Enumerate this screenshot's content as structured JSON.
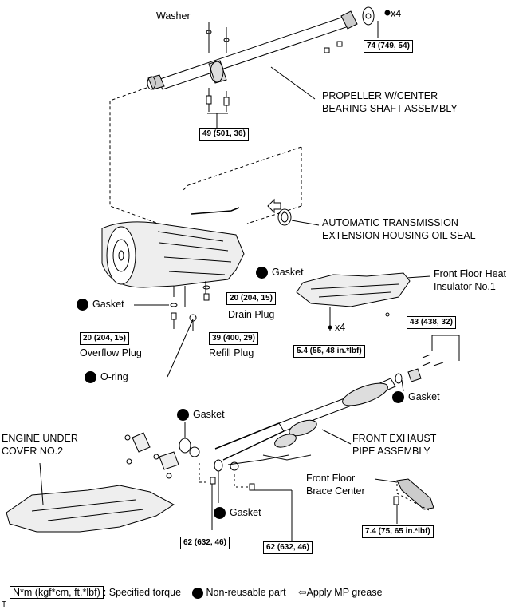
{
  "labels": {
    "washer": "Washer",
    "x4_top": "x4",
    "propeller_1": "PROPELLER W/CENTER",
    "propeller_2": "BEARING SHAFT ASSEMBLY",
    "oil_seal_1": "AUTOMATIC TRANSMISSION",
    "oil_seal_2": "EXTENSION HOUSING OIL SEAL",
    "gasket_drain": "Gasket",
    "heat_insulator_1": "Front Floor Heat",
    "heat_insulator_2": "Insulator No.1",
    "gasket_overflow": "Gasket",
    "drain_plug": "Drain Plug",
    "x4_insulator": "x4",
    "overflow_plug": "Overflow Plug",
    "refill_plug": "Refill Plug",
    "o_ring": "O-ring",
    "gasket_rear": "Gasket",
    "gasket_front_left": "Gasket",
    "engine_cover_1": "ENGINE UNDER",
    "engine_cover_2": "COVER NO.2",
    "exhaust_1": "FRONT EXHAUST",
    "exhaust_2": "PIPE ASSEMBLY",
    "brace_1": "Front Floor",
    "brace_2": "Brace Center",
    "gasket_lower": "Gasket",
    "corner_mark": "T"
  },
  "torques": {
    "t74": "74 (749, 54)",
    "t49": "49 (501, 36)",
    "t20_drain": "20 (204, 15)",
    "t20_overflow": "20 (204, 15)",
    "t39": "39 (400, 29)",
    "t54": "5.4 (55, 48 in.*lbf)",
    "t43": "43 (438, 32)",
    "t62_a": "62 (632, 46)",
    "t62_b": "62 (632, 46)",
    "t74_brace": "7.4 (75, 65 in.*lbf)"
  },
  "legend": {
    "torque_box": "N*m (kgf*cm, ft.*lbf)",
    "torque_desc": ": Specified torque",
    "nonreusable": "Non-reusable part",
    "grease": "Apply MP grease"
  }
}
